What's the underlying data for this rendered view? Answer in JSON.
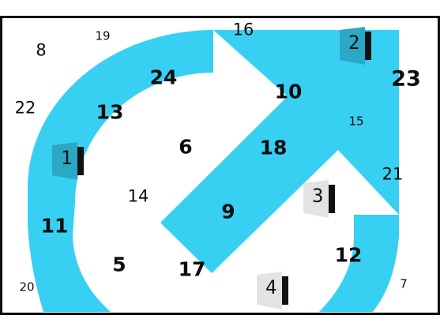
{
  "colors": {
    "track": "#37d0f3",
    "background": "#ffffff",
    "border": "#0d0d0d",
    "number": "#0d0d0d",
    "door_panel_teal": "#2aa8c4",
    "door_panel_gray": "#e3e3e3",
    "door_bar": "#111111"
  },
  "board_numbers": [
    "5",
    "6",
    "7",
    "8",
    "9",
    "10",
    "11",
    "12",
    "13",
    "14",
    "15",
    "16",
    "17",
    "18",
    "19",
    "20",
    "21",
    "22",
    "23",
    "24"
  ],
  "doors": [
    {
      "label": "1",
      "panel": "teal"
    },
    {
      "label": "2",
      "panel": "teal"
    },
    {
      "label": "3",
      "panel": "gray"
    },
    {
      "label": "4",
      "panel": "gray"
    }
  ]
}
